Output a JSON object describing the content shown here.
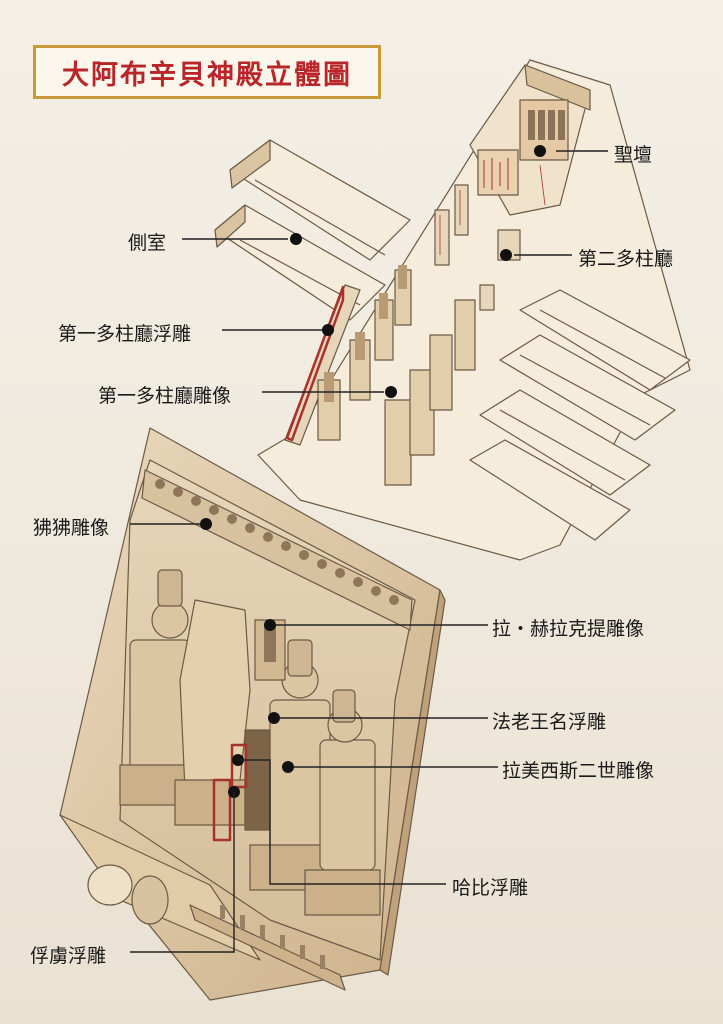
{
  "title": "大阿布辛貝神殿立體圖",
  "labels": {
    "sanctuary": "聖壇",
    "side_chamber": "側室",
    "second_hall": "第二多柱廳",
    "first_hall_relief": "第一多柱廳浮雕",
    "first_hall_statues": "第一多柱廳雕像",
    "baboon_statues": "狒狒雕像",
    "ra_horakhty_statue": "拉・赫拉克提雕像",
    "pharaoh_name_relief": "法老王名浮雕",
    "ramesses_statue": "拉美西斯二世雕像",
    "hapi_relief": "哈比浮雕",
    "captive_relief": "俘虜浮雕"
  },
  "colors": {
    "stone_light": "#f3e7d2",
    "stone_mid": "#e2cfb0",
    "stone_dark": "#c9ad86",
    "relief_red": "#a8322c",
    "title_red": "#b8262a",
    "title_border": "#c89a3a"
  }
}
